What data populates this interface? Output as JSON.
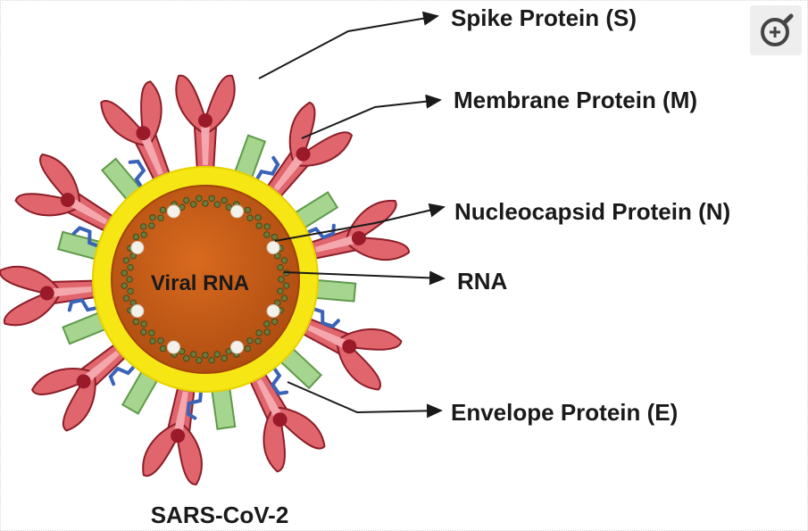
{
  "diagram": {
    "caption": "SARS-CoV-2",
    "center_label": "Viral RNA",
    "labels": {
      "spike": "Spike Protein (S)",
      "membrane": "Membrane Protein (M)",
      "nucleocapsid": "Nucleocapsid Protein (N)",
      "rna": "RNA",
      "envelope": "Envelope Protein (E)"
    }
  },
  "toolbar": {
    "zoom_icon": "zoom-in-icon"
  }
}
